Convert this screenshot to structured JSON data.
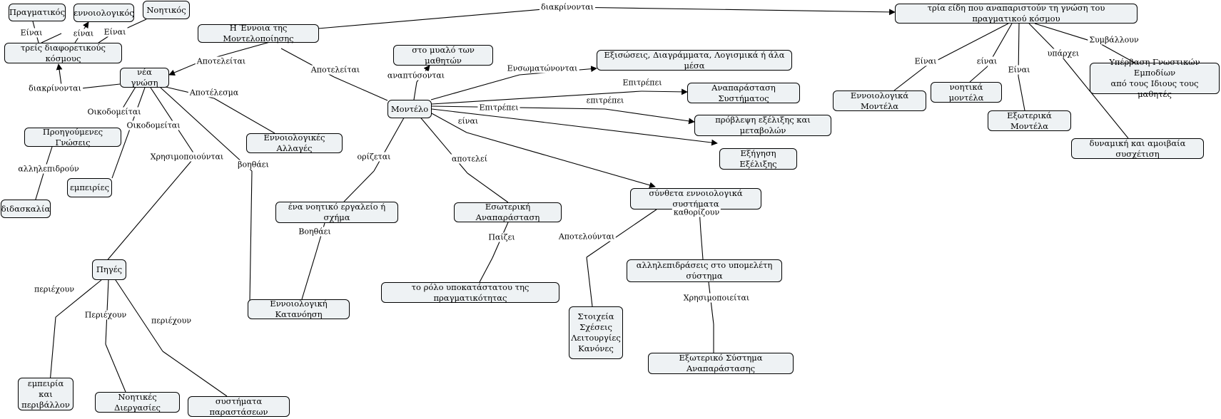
{
  "nodes": {
    "pragmatikos": "Πραγματικός",
    "ennoiologikos": "εννοιολογικός",
    "noitikos": "Νοητικός",
    "treis_kosmous": "τρείς διαφορετικούς κόσμους",
    "ennoia_montelopoiisis": "Η Έννοια της Μοντελοποίησης",
    "nea_gnosi": "νέα γνώση",
    "proigoumenes_gnoseis": "Προηγούμενες Γνώσεις",
    "didaskalia": "διδασκαλία",
    "empeiries": "εμπειρίες",
    "ennoiologikes_allages": "Εννοιολογικές Αλλαγές",
    "pigés": "Πηγές",
    "empeiria_perivallon": "εμπειρία και\nπεριβάλλον",
    "noitikes_diergasies": "Νοητικές Διεργασίες",
    "systimata_parastaseon": "συστήματα παραστάσεων",
    "ennoiologiki_katanoisi": "Εννοιολογική Κατανόηση",
    "mialo_mathiton": "στο μυαλό των μαθητών",
    "montelo": "Μοντέλο",
    "noitiko_ergaleio": "ένα νοητικό εργαλείο ή σχήμα",
    "esoteriki_anaparastasi": "Εσωτερική Αναπαράσταση",
    "rolo_ypokatastatou": "το ρόλο υποκατάστατου της πραγματικότητας",
    "exisoseis": "Εξισώσεις, Διαγράμματα, Λογισμικά ή άλα μέσα",
    "anaparastasi_systimatos": "Αναπαράσταση Συστήματος",
    "provlepsi": "πρόβλεψη εξέλιξης και μεταβολών",
    "exigisi_exelixis": "Εξήγηση Εξέλιξης",
    "syntheta_systimata": "σύνθετα εννοιολογικά συστήματα",
    "alilepidraseis": "αλληλεπιδράσεις στο υπομελέτη σύστημα",
    "stoixeia": "Στοιχεία\nΣχέσεις\nΛειτουργίες\nΚανόνες",
    "exoteriko_systima": "Εξωτερικό Σύστημα Αναπαράστασης",
    "tria_eidi": "τρία είδη που αναπαριστούν τη γνώση του πραγματικού κόσμου",
    "ennoiologika_montela": "Εννοιολογικά Μοντέλα",
    "noitika_montela": "νοητικά μοντέλα",
    "exoterika_montela": "Εξωτερικά Μοντέλα",
    "dynamiki_sysxetisi": "δυναμική και αμοιβαία συσχέτιση",
    "ypervasi": "Υπέρβαση Γνωστικών Εμποδίων\nαπό τους Ιδιους τους μαθητές"
  },
  "labels": {
    "einai_1": "Είναι",
    "einai_2": "είναι",
    "einai_3": "Είναι",
    "diakrinontai_1": "διακρίνονται",
    "diakrinontai_2": "διακρίνονται",
    "apoteleitai_1": "Αποτελείται",
    "apoteleitai_2": "Αποτελείται",
    "apotelesma": "Αποτέλεσμα",
    "oikodomeitai_1": "Οικοδομείται",
    "oikodomeitai_2": "Οικοδομείται",
    "allilepidroun": "αλληλεπιδρούν",
    "xrisimopoiountai": "Χρησιμοποιούνται",
    "voithaei": "βοηθάει",
    "periexoun_1": "περιέχουν",
    "periexoun_2": "Περιέχουν",
    "periexoun_3": "περιέχουν",
    "anaptysontai": "αναπτύσονται",
    "orizetai": "ορίζεται",
    "voithaei_2": "Βοηθάει",
    "apotelei": "αποτελεί",
    "paizei": "Παίζει",
    "ensomatonontai": "Ενσωματώνονται",
    "epitrepei_1": "Επιτρέπει",
    "epitrepei_2": "επιτρέπει",
    "epitrepei_3": "Επιτρέπει",
    "einai_4": "είναι",
    "apoteloun": "Αποτελούνται",
    "kathorizoun": "καθορίζουν",
    "xrisimopoieitai": "Χρησιμοποιείται",
    "einai_5": "Είναι",
    "einai_6": "είναι",
    "einai_7": "Είναι",
    "yparxei": "υπάρχει",
    "symvaloun": "Συμβάλλουν"
  }
}
